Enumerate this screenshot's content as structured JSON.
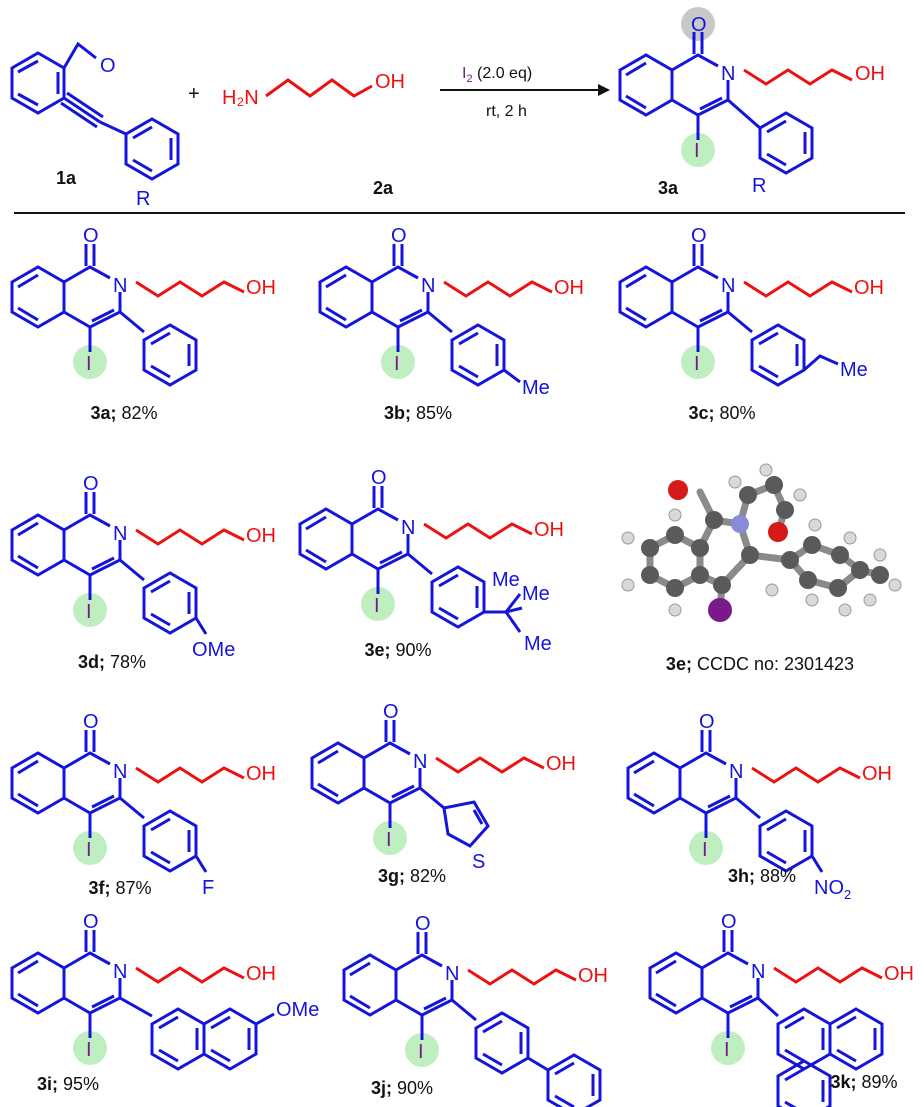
{
  "colors": {
    "core": "#1414dc",
    "chain": "#ee1111",
    "iodine": "#7a1a8a",
    "iodine_halo": "#bfefc0",
    "carbonyl_halo": "#c8c8c8"
  },
  "scheme": {
    "reactant1": {
      "id": "1a",
      "oxygen": "O",
      "substituent": "R"
    },
    "plus": "+",
    "reactant2": {
      "id": "2a",
      "amine": "H₂N",
      "hydroxyl": "OH"
    },
    "reagent": {
      "symbol": "I",
      "subscript": "2",
      "amount": " (2.0 eq)"
    },
    "conditions": "rt, 2 h",
    "product": {
      "id": "3a",
      "substituent": "R"
    }
  },
  "atoms": {
    "carbonyl_o": "O",
    "nitrogen": "N",
    "iodine": "I",
    "hydroxyl": "OH",
    "sulfur": "S",
    "fluorine": "F",
    "methyl": "Me",
    "methoxy": "OMe",
    "nitro": "NO",
    "nitro_sub": "2"
  },
  "products": [
    {
      "id": "3a",
      "sep": ";",
      "yield": " 82%"
    },
    {
      "id": "3b",
      "sep": ";",
      "yield": " 85%"
    },
    {
      "id": "3c",
      "sep": ";",
      "yield": " 80%"
    },
    {
      "id": "3d",
      "sep": ";",
      "yield": " 78%"
    },
    {
      "id": "3e",
      "sep": ";",
      "yield": " 90%"
    },
    {
      "id": "3e",
      "sep": ";",
      "yield": " CCDC no: 2301423"
    },
    {
      "id": "3f",
      "sep": ";",
      "yield": " 87%"
    },
    {
      "id": "3g",
      "sep": ";",
      "yield": " 82%"
    },
    {
      "id": "3h",
      "sep": ";",
      "yield": " 88%"
    },
    {
      "id": "3i",
      "sep": ";",
      "yield": " 95%"
    },
    {
      "id": "3j",
      "sep": ";",
      "yield": " 90%"
    },
    {
      "id": "3k",
      "sep": ";",
      "yield": " 89%"
    }
  ]
}
